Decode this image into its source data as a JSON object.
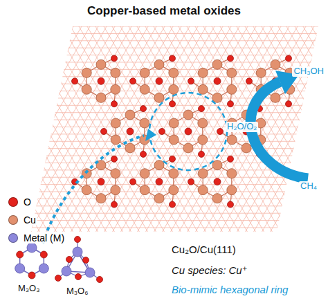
{
  "diagram": {
    "title": "Copper-based metal oxides",
    "labels": [
      "CH₃OH",
      "H₂O/O₂",
      "CH₄",
      "M₃O₃",
      "M₃O₆",
      "Cu₂O/Cu(111)",
      "Cu species: Cu⁺",
      "Bio-mimic hexagonal ring"
    ],
    "legend": [
      {
        "text": "O",
        "color": "#e3231c"
      },
      {
        "text": "Cu",
        "color": "#e2916f"
      },
      {
        "text": "Metal (M)",
        "color": "#8d88dc"
      }
    ]
  }
}
